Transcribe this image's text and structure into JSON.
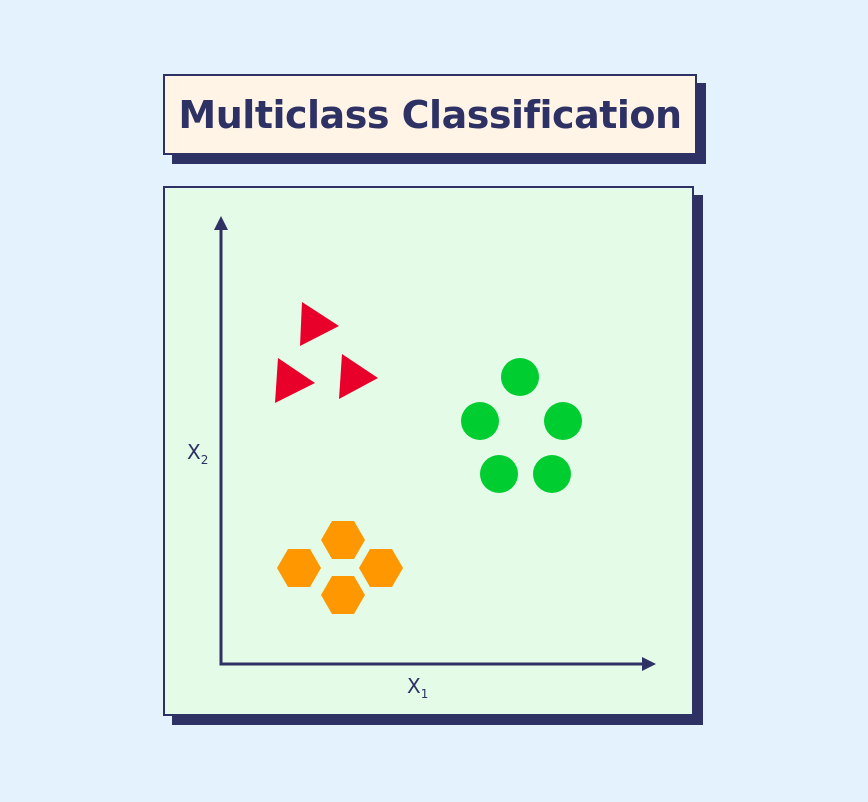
{
  "title": "Multiclass Classification",
  "axes": {
    "x_label": "X",
    "x_sub": "1",
    "y_label": "X",
    "y_sub": "2",
    "color": "#2d3163"
  },
  "classes": [
    {
      "name": "triangles",
      "shape": "triangle",
      "color": "#e8002a",
      "count": 3
    },
    {
      "name": "circles",
      "shape": "circle",
      "color": "#00cd30",
      "count": 5
    },
    {
      "name": "hexagons",
      "shape": "hexagon",
      "color": "#ff9800",
      "count": 4
    }
  ],
  "colors": {
    "background": "#e4f2fe",
    "panel": "#e4fbe7",
    "title_box": "#fff4e6",
    "outline": "#2d3163"
  }
}
